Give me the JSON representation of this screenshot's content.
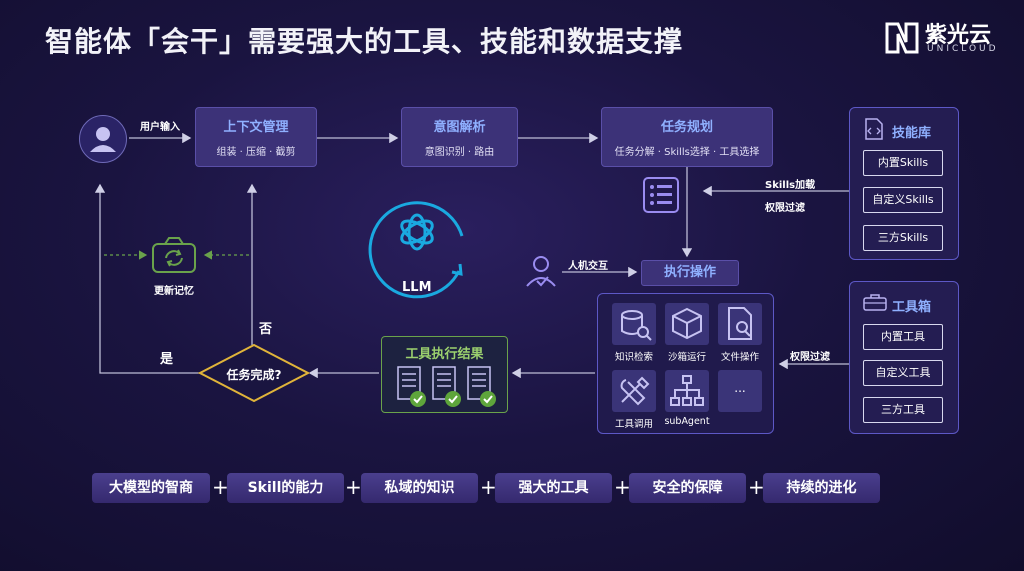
{
  "title": "智能体「会干」需要强大的工具、技能和数据支撑",
  "brand": {
    "name": "紫光云",
    "sub": "UNICLOUD"
  },
  "flow": {
    "user_input": "用户输入",
    "context": {
      "title": "上下文管理",
      "sub": "组装 · 压缩 · 截剪"
    },
    "intent": {
      "title": "意图解析",
      "sub": "意图识别 · 路由"
    },
    "task": {
      "title": "任务规划",
      "sub": "任务分解 · Skills选择 · 工具选择"
    },
    "skills_load": "Skills加载",
    "perm_filter_1": "权限过滤",
    "perm_filter_2": "权限过滤",
    "hitl": "人机交互",
    "execute": "执行操作",
    "result": "工具执行结果",
    "decision": "任务完成?",
    "yes": "是",
    "no": "否",
    "memory": "更新记忆",
    "llm": "LLM"
  },
  "skills_panel": {
    "title": "技能库",
    "items": [
      "内置Skills",
      "自定义Skills",
      "三方Skills"
    ]
  },
  "tools_panel": {
    "title": "工具箱",
    "items": [
      "内置工具",
      "自定义工具",
      "三方工具"
    ]
  },
  "exec_tools": [
    "知识检索",
    "沙箱运行",
    "文件操作",
    "工具调用",
    "subAgent",
    "..."
  ],
  "bottom_chips": [
    "大模型的智商",
    "Skill的能力",
    "私域的知识",
    "强大的工具",
    "安全的保障",
    "持续的进化"
  ],
  "colors": {
    "accent": "#8fb0ff",
    "green": "#6aa34b",
    "gold": "#e0b43a",
    "box": "#3c3278"
  }
}
